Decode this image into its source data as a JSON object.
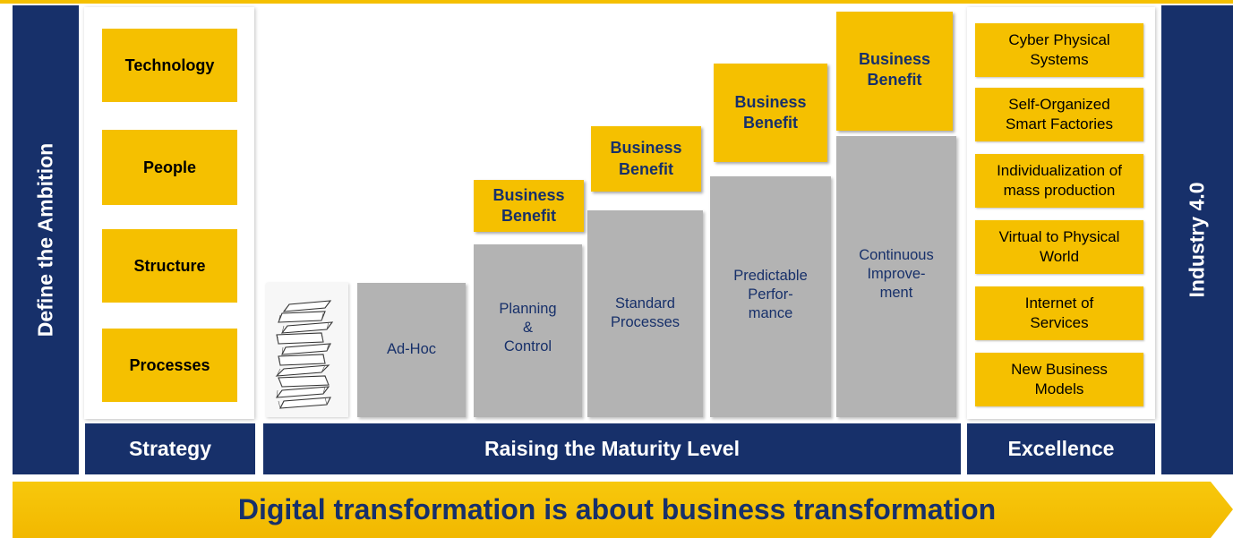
{
  "left_label": "Define the Ambition",
  "right_label": "Industry 4.0",
  "strategy": {
    "items": [
      "Technology",
      "People",
      "Structure",
      "Processes"
    ],
    "footer": "Strategy"
  },
  "maturity": {
    "footer": "Raising the Maturity Level",
    "levels": [
      {
        "label": "Ad-Hoc",
        "benefit": ""
      },
      {
        "label": "Planning\n&\nControl",
        "benefit": "Business\nBenefit"
      },
      {
        "label": "Standard\nProcesses",
        "benefit": "Business\nBenefit"
      },
      {
        "label": "Predictable\nPerfor-\nmance",
        "benefit": "Business\nBenefit"
      },
      {
        "label": "Continuous\nImprove-\nment",
        "benefit": "Business\nBenefit"
      }
    ],
    "paper_icon": "paper-stack-icon"
  },
  "excellence": {
    "items": [
      "Cyber Physical\nSystems",
      "Self-Organized\nSmart Factories",
      "Individualization of\nmass production",
      "Virtual to Physical\nWorld",
      "Internet of\nServices",
      "New Business\nModels"
    ],
    "footer": "Excellence"
  },
  "banner": "Digital transformation is about business transformation",
  "colors": {
    "navy": "#17306a",
    "yellow": "#f5c000",
    "gray": "#b3b3b3"
  }
}
